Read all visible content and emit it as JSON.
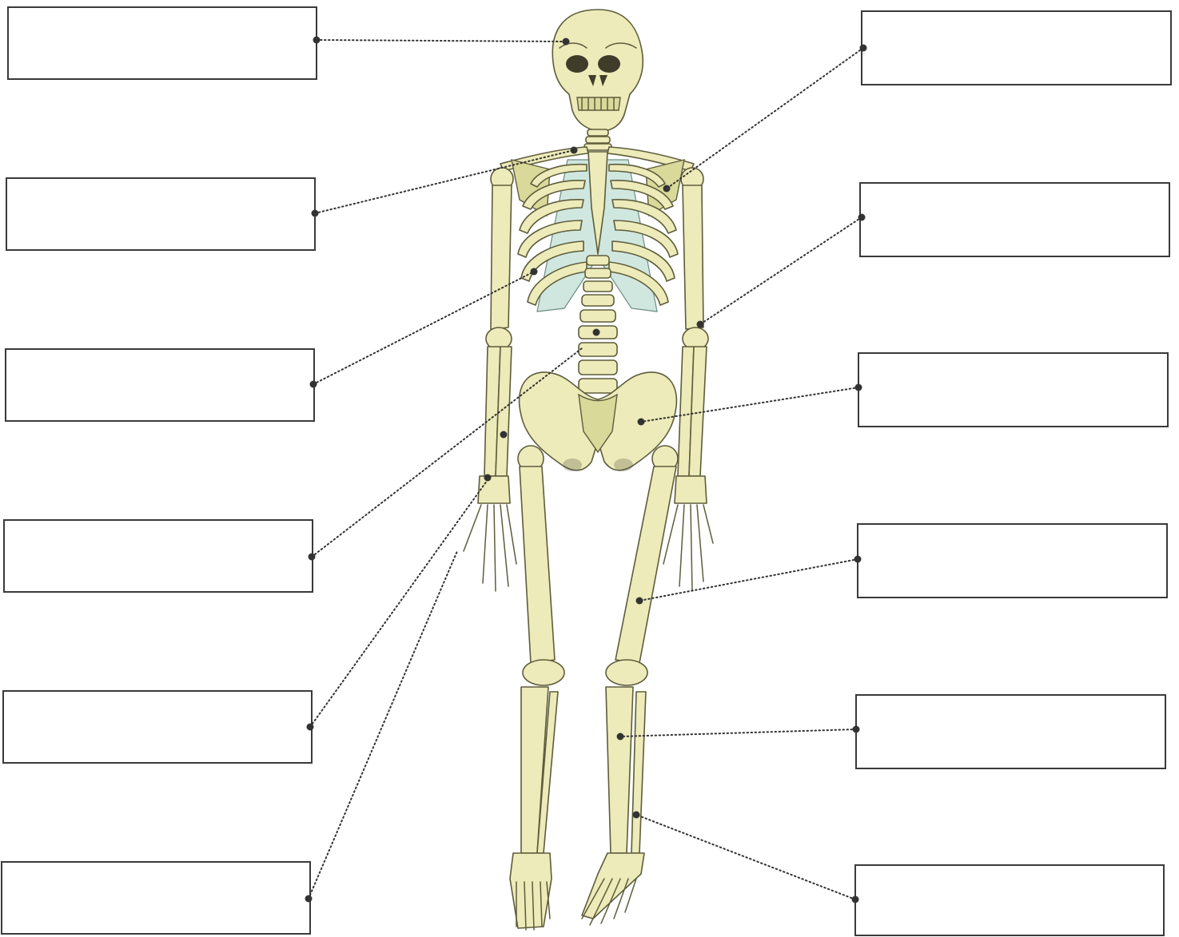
{
  "diagram": {
    "label_boxes": [
      {
        "side": "left",
        "text": ""
      },
      {
        "side": "left",
        "text": ""
      },
      {
        "side": "left",
        "text": ""
      },
      {
        "side": "left",
        "text": ""
      },
      {
        "side": "left",
        "text": ""
      },
      {
        "side": "left",
        "text": ""
      },
      {
        "side": "right",
        "text": ""
      },
      {
        "side": "right",
        "text": ""
      },
      {
        "side": "right",
        "text": ""
      },
      {
        "side": "right",
        "text": ""
      },
      {
        "side": "right",
        "text": ""
      },
      {
        "side": "right",
        "text": ""
      }
    ],
    "colors": {
      "bone": "#ecebb9",
      "bone_outline": "#5e5c3c",
      "cartilage": "#cfe7df",
      "box_border": "#3a3a3a",
      "leader_line": "#333333"
    }
  }
}
